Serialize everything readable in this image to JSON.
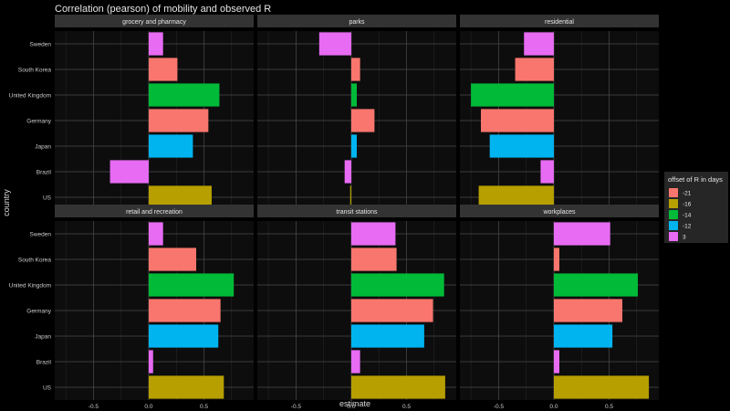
{
  "chart_data": {
    "type": "bar",
    "title": "Correlation (pearson) of mobility and observed R",
    "xlabel": "estimate",
    "ylabel": "country",
    "xlim": [
      -0.85,
      0.95
    ],
    "x_ticks": [
      -0.5,
      0.0,
      0.5
    ],
    "x_tick_labels": [
      "-0.5",
      "0.0",
      "0.5"
    ],
    "countries": [
      "Sweden",
      "South Korea",
      "United Kingdom",
      "Germany",
      "Japan",
      "Brazil",
      "US"
    ],
    "offset_by_country": [
      "3",
      "-21",
      "-14",
      "-21",
      "-12",
      "3",
      "-16"
    ],
    "legend": {
      "title": "offset of R in days",
      "placement": "right",
      "entries": [
        {
          "label": "-21",
          "color": "#F8766D"
        },
        {
          "label": "-16",
          "color": "#B79F00"
        },
        {
          "label": "-14",
          "color": "#00BA38"
        },
        {
          "label": "-12",
          "color": "#00B4F0"
        },
        {
          "label": "3",
          "color": "#E76BF3"
        }
      ]
    },
    "panels": [
      {
        "title": "grocery and pharmacy",
        "values": [
          0.13,
          0.26,
          0.64,
          0.54,
          0.4,
          -0.35,
          0.57
        ]
      },
      {
        "title": "parks",
        "values": [
          -0.29,
          0.08,
          0.05,
          0.21,
          0.05,
          -0.06,
          -0.01
        ]
      },
      {
        "title": "residential",
        "values": [
          -0.27,
          -0.35,
          -0.75,
          -0.66,
          -0.58,
          -0.12,
          -0.68
        ]
      },
      {
        "title": "retail and recreation",
        "values": [
          0.13,
          0.43,
          0.77,
          0.65,
          0.63,
          0.04,
          0.68
        ]
      },
      {
        "title": "transit stations",
        "values": [
          0.4,
          0.41,
          0.84,
          0.74,
          0.66,
          0.08,
          0.85
        ]
      },
      {
        "title": "workplaces",
        "values": [
          0.51,
          0.05,
          0.76,
          0.62,
          0.53,
          0.05,
          0.86
        ]
      }
    ],
    "grid": true
  }
}
